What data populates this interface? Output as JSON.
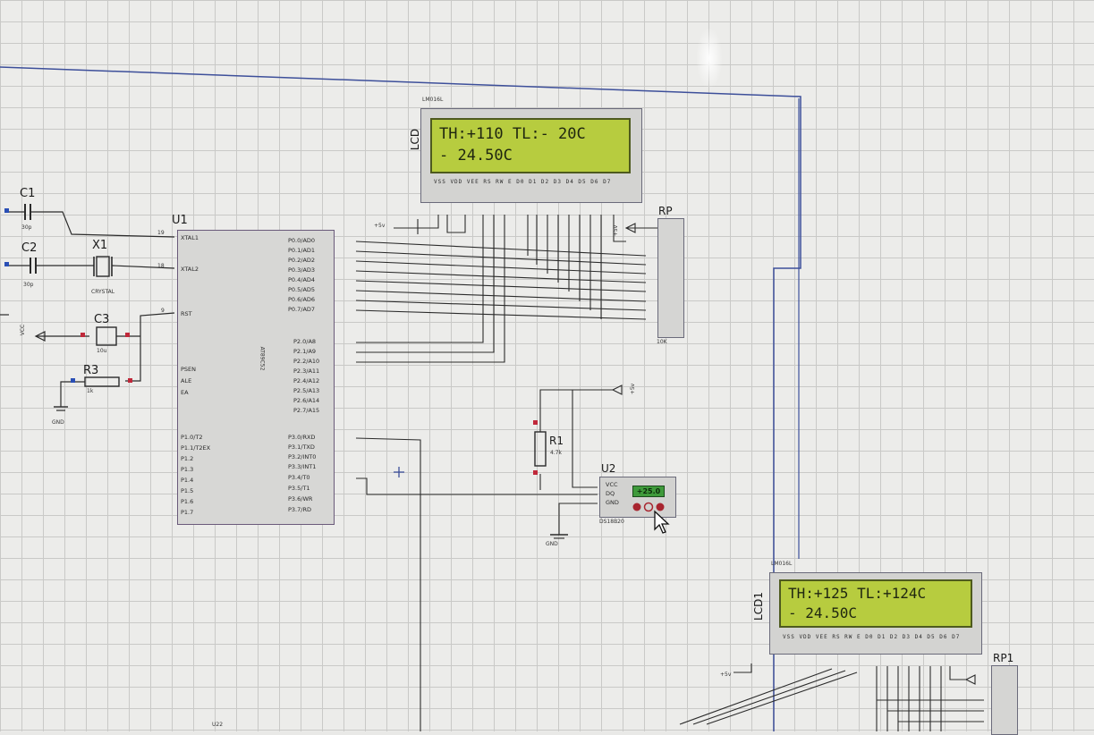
{
  "components": {
    "c1": {
      "ref": "C1",
      "value": "30p"
    },
    "c2": {
      "ref": "C2",
      "value": "30p"
    },
    "x1": {
      "ref": "X1",
      "value": "CRYSTAL"
    },
    "c3": {
      "ref": "C3",
      "value": "10u"
    },
    "r3": {
      "ref": "R3",
      "value": "1k"
    },
    "r1": {
      "ref": "R1",
      "value": "4.7k"
    },
    "u1": {
      "ref": "U1",
      "part": "AT89C52"
    },
    "u2": {
      "ref": "U2",
      "part": "DS18B20",
      "display": "+25.0"
    },
    "rp": {
      "ref": "RP",
      "value": "10K"
    },
    "rp1": {
      "ref": "RP1"
    },
    "gnd_label": "GND",
    "vcc_label": "VCC",
    "supply_label": "+5v",
    "bottom_ref": "U22"
  },
  "mcu_pins": {
    "left": [
      "XTAL1",
      "XTAL2",
      "RST",
      "PSEN",
      "ALE",
      "EA",
      "P1.0/T2",
      "P1.1/T2EX",
      "P1.2",
      "P1.3",
      "P1.4",
      "P1.5",
      "P1.6",
      "P1.7"
    ],
    "right_p0": [
      "P0.0/AD0",
      "P0.1/AD1",
      "P0.2/AD2",
      "P0.3/AD3",
      "P0.4/AD4",
      "P0.5/AD5",
      "P0.6/AD6",
      "P0.7/AD7"
    ],
    "right_p2": [
      "P2.0/A8",
      "P2.1/A9",
      "P2.2/A10",
      "P2.3/A11",
      "P2.4/A12",
      "P2.5/A13",
      "P2.6/A14",
      "P2.7/A15"
    ],
    "right_p3": [
      "P3.0/RXD",
      "P3.1/TXD",
      "P3.2/INT0",
      "P3.3/INT1",
      "P3.4/T0",
      "P3.5/T1",
      "P3.6/WR",
      "P3.7/RD"
    ],
    "pin_numbers": {
      "xtal1": "19",
      "xtal2": "18",
      "rst": "9"
    }
  },
  "lcd": {
    "part": "LM016L",
    "ref": "LCD",
    "line1": "TH:+110 TL:- 20C",
    "line2": "- 24.50C",
    "pins": "VSS VDD VEE RS RW E D0 D1 D2 D3 D4 D5 D6 D7"
  },
  "lcd1": {
    "part": "LM016L",
    "ref": "LCD1",
    "line1": "TH:+125 TL:+124C",
    "line2": "- 24.50C",
    "pins": "VSS VDD VEE RS RW E D0 D1 D2 D3 D4 D5 D6 D7"
  },
  "sensor_pins": [
    "VCC",
    "DQ",
    "GND"
  ],
  "colors": {
    "grid": "#c9c9c7",
    "wire": "#2b2b2b",
    "blue_wire": "#3d4f9a",
    "lcd_screen": "#b7cc3f",
    "pin_red": "#c0283a",
    "pin_blue": "#2a4fb5"
  }
}
